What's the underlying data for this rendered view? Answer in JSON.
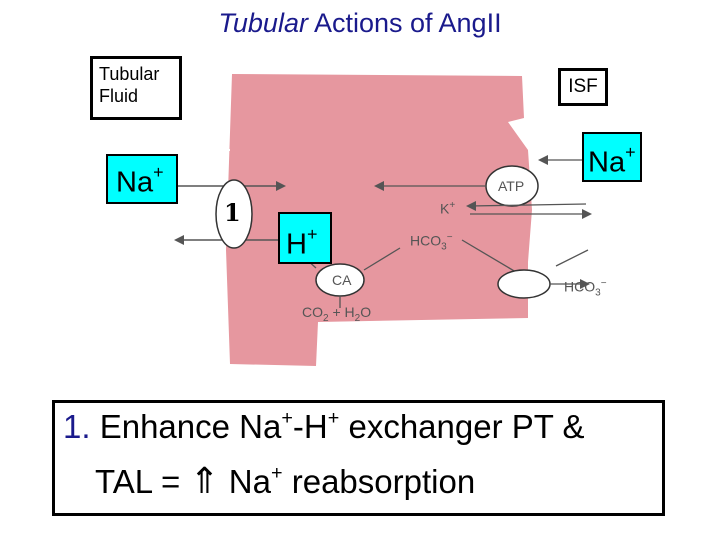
{
  "title": {
    "italic": "Tubular",
    "rest": " Actions of AngII"
  },
  "labels": {
    "tubular_fluid_1": "Tubular",
    "tubular_fluid_2": "Fluid",
    "isf": "ISF",
    "na_left": "Na",
    "na_right": "Na",
    "plus": "+",
    "exchanger_number": "1",
    "h": "H",
    "k": "K",
    "hco3_a": "HCO",
    "hco3_b": "HCO",
    "sub3": "3",
    "sup_minus": "−",
    "atp": "ATP",
    "ca": "CA",
    "co2": "CO",
    "sub2": "2",
    "plus_water": " + H",
    "o": "O"
  },
  "bullet": {
    "number": "1.",
    "line1_a": " Enhance Na",
    "line1_b": "-H",
    "line1_c": " exchanger PT &",
    "line2_a": "TAL  = ",
    "line2_arrow": "⇑",
    "line2_b": " Na",
    "line2_c": " reabsorption",
    "sup_plus": "+"
  },
  "colors": {
    "cell": "#e6979f",
    "highlight": "#00ffff",
    "title": "#1a1a8c"
  }
}
